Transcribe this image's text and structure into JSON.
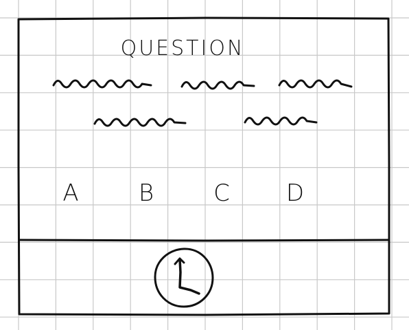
{
  "colors": {
    "paper": "#ffffff",
    "grid": "#c8c8c8",
    "ink": "#111111"
  },
  "wireframe": {
    "question_label": "QUESTION",
    "answers": [
      {
        "letter": "A"
      },
      {
        "letter": "B"
      },
      {
        "letter": "C"
      },
      {
        "letter": "D"
      }
    ],
    "timer_icon": "clock-icon"
  }
}
